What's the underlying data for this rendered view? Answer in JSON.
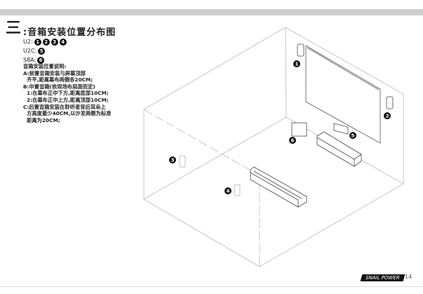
{
  "header": {
    "numeral": "三",
    "title": ":音箱安装位置分布图"
  },
  "models": [
    {
      "name": "U2:",
      "badges": [
        "1",
        "2",
        "3",
        "4"
      ]
    },
    {
      "name": "U2C:",
      "badges": [
        "5"
      ]
    },
    {
      "name": "S8A:",
      "badges": [
        "6"
      ]
    }
  ],
  "notes": {
    "heading": "音箱安装位置说明:",
    "lines": [
      "A:前置音箱安装与屏幕顶部",
      "  齐平,距离幕布两侧各20CM;",
      "B:中置音箱(依现场布局面而定)",
      "  1:在幕布正中下方,距离底部10CM;",
      "  2:在幕布正中上方,距离顶部10CM;",
      "C:后置音箱安装在聆听者背后耳朵上",
      "  方高度最少40CM,以沙发两侧为标准",
      "  距离为20CM;"
    ]
  },
  "diagram_badges": [
    "1",
    "2",
    "3",
    "4",
    "5",
    "6"
  ],
  "footer": {
    "brand": "SNAIL POWER",
    "page": "14"
  }
}
